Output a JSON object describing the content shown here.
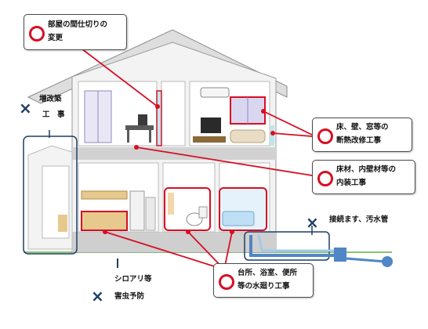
{
  "callouts": {
    "room_partition": {
      "line1": "部屋の間仕切りの",
      "line2": "変更",
      "mark": "○"
    },
    "insulation": {
      "line1": "床、壁、窓等の",
      "line2": "断熱改修工事",
      "mark": "○"
    },
    "interior": {
      "line1": "床材、内壁材等の",
      "line2": "内装工事",
      "mark": "○"
    },
    "plumbing": {
      "line1": "台所、浴室、便所",
      "line2": "等の水廻り工事",
      "mark": "○"
    }
  },
  "excluded": {
    "extension": {
      "line1": "増改築",
      "line2": "工　事",
      "mark": "×"
    },
    "sewer": {
      "label": "接続ます、汚水管",
      "mark": "×"
    },
    "termite": {
      "line1": "シロアリ等",
      "line2": "害虫予防",
      "mark": "×"
    }
  },
  "colors": {
    "accent_red": "#d60f24",
    "dark_blue": "#1f3f66",
    "pipe_blue": "#4f86c6"
  }
}
